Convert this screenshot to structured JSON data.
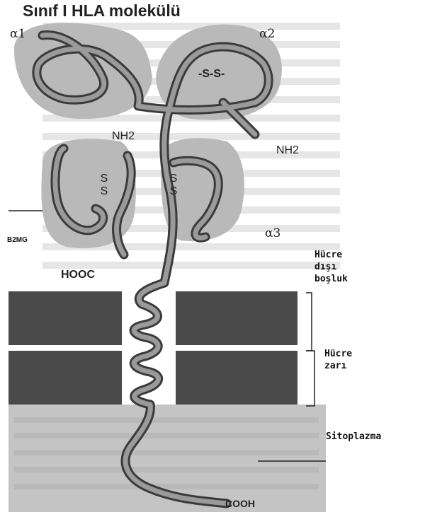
{
  "title": "Sınıf I HLA molekülü",
  "labels": {
    "alpha1": "α1",
    "alpha2": "α2",
    "alpha3": "α3",
    "ss_top": "-S-S-",
    "nh2_left": "NH2",
    "nh2_right": "NH2",
    "ss_left": "S S",
    "ss_right": "S S",
    "b2mg": "B2MG",
    "hooc": "HOOC",
    "cooh": "COOH",
    "extracellular": [
      "Hücre",
      "dışı",
      "boşluk"
    ],
    "membrane": [
      "Hücre",
      "zarı"
    ],
    "cytoplasm": "Sitoplazma"
  },
  "colors": {
    "domain_shade": "#b9b9b9",
    "membrane_band": "#4a4a4a",
    "cytoplasm": "#c4c4c4",
    "chain_fill": "#9a9a9a",
    "chain_outline": "#3a3a3a"
  }
}
